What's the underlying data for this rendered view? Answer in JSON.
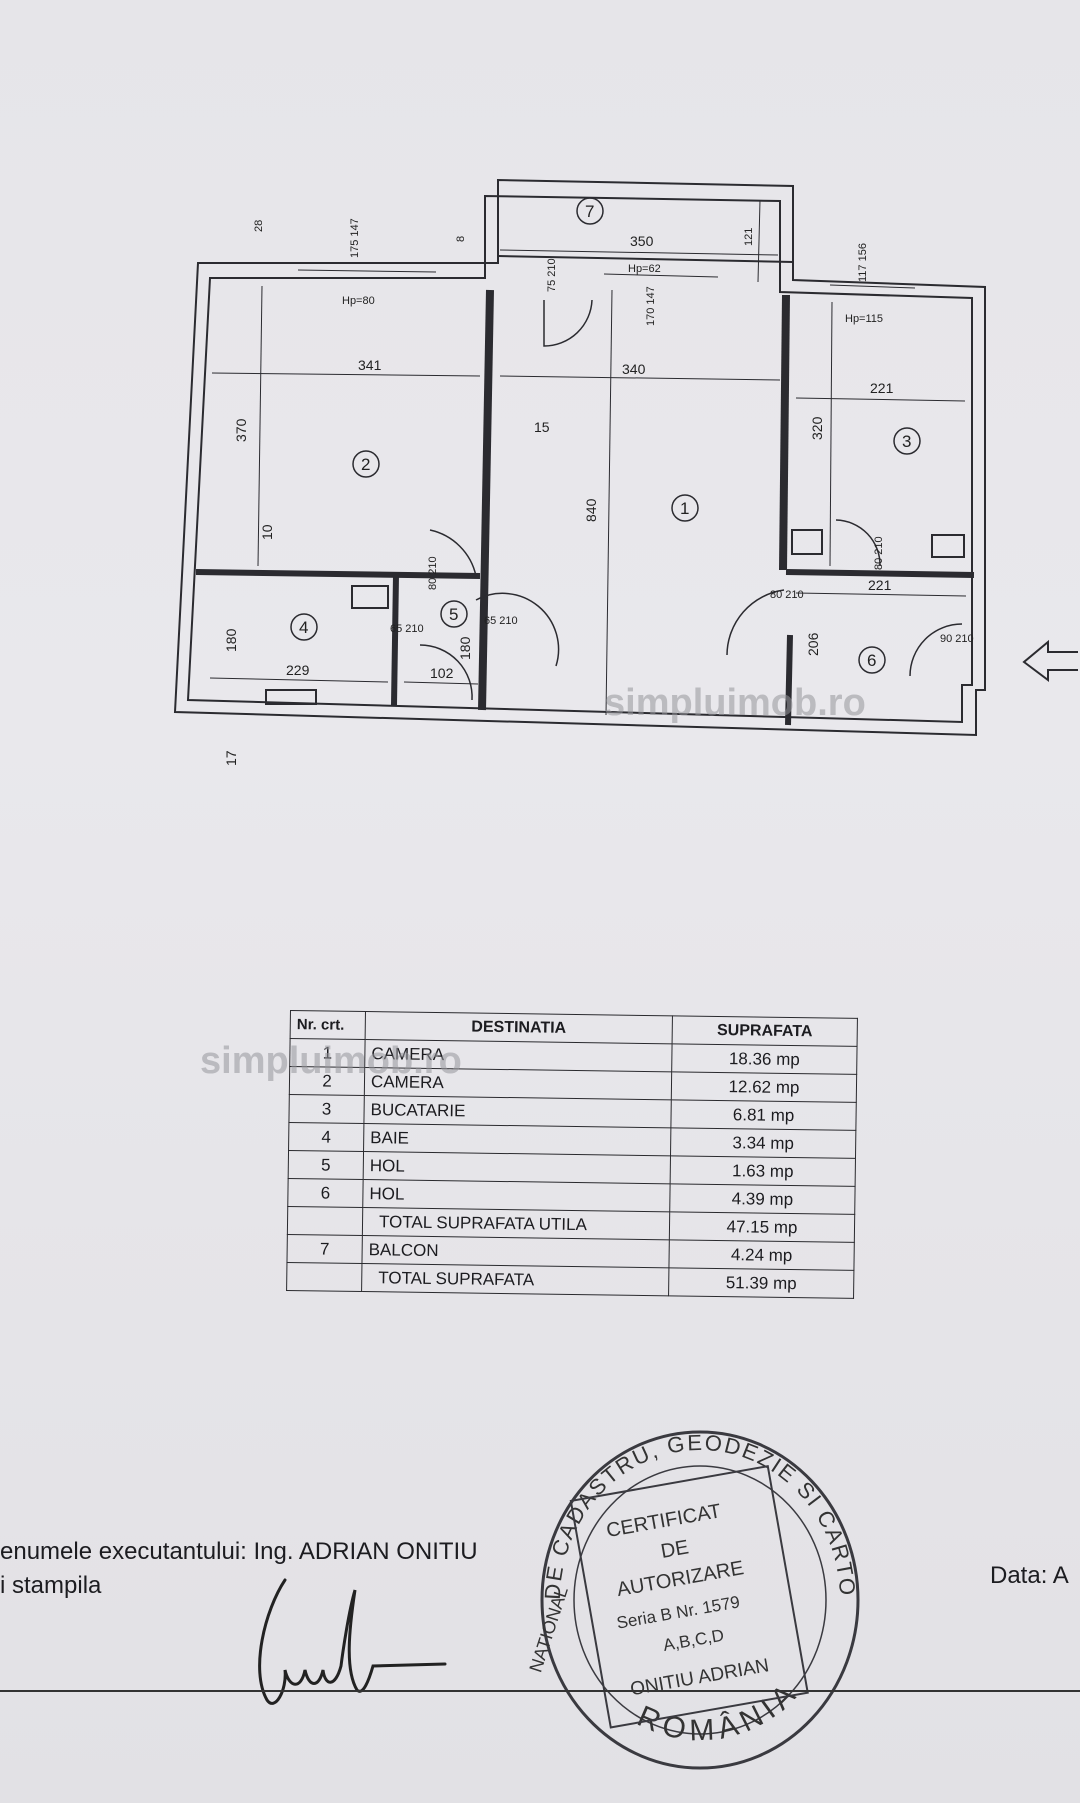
{
  "plan": {
    "dims": {
      "d_28": "28",
      "d_175_147": "175\n147",
      "d_8": "8",
      "d_350": "350",
      "d_121": "121",
      "d_75_210": "75\n210",
      "hp62": "Hp=62",
      "d_170_147": "170\n147",
      "d_117_156": "117\n156",
      "hp80": "Hp=80",
      "hp115": "Hp=115",
      "d_341": "341",
      "d_340": "340",
      "d_221a": "221",
      "d_370": "370",
      "d_15": "15",
      "d_320": "320",
      "d_840": "840",
      "d_10": "10",
      "d_80_210a": "80\n210",
      "d_80_210b": "80\n210",
      "d_80_210c": "80\n210",
      "d_221b": "221",
      "d_65_210a": "65\n210",
      "d_65_210b": "65\n210",
      "d_180a": "180",
      "d_180b": "180",
      "d_206": "206",
      "d_90_210": "90\n210",
      "d_229": "229",
      "d_102": "102",
      "d_17": "17"
    },
    "rooms": [
      "1",
      "2",
      "3",
      "4",
      "5",
      "6",
      "7"
    ]
  },
  "watermark": "simpluimob.ro",
  "table": {
    "headers": {
      "nr": "Nr. crt.",
      "dest": "DESTINATIA",
      "sup": "SUPRAFATA"
    },
    "rows": [
      {
        "nr": "1",
        "dest": "CAMERA",
        "sup": "18.36 mp"
      },
      {
        "nr": "2",
        "dest": "CAMERA",
        "sup": "12.62 mp"
      },
      {
        "nr": "3",
        "dest": "BUCATARIE",
        "sup": "6.81 mp"
      },
      {
        "nr": "4",
        "dest": "BAIE",
        "sup": "3.34 mp"
      },
      {
        "nr": "5",
        "dest": "HOL",
        "sup": "1.63 mp"
      },
      {
        "nr": "6",
        "dest": "HOL",
        "sup": "4.39 mp"
      },
      {
        "nr": "",
        "dest": "TOTAL SUPRAFATA UTILA",
        "sup": "47.15 mp"
      },
      {
        "nr": "7",
        "dest": "BALCON",
        "sup": "4.24 mp"
      },
      {
        "nr": "",
        "dest": "TOTAL SUPRAFATA",
        "sup": "51.39 mp"
      }
    ]
  },
  "footer": {
    "line1": "enumele executantului: Ing. ADRIAN ONITIU",
    "line2": "i stampila",
    "data_label": "Data: A"
  },
  "stamp": {
    "ring_top": "DE CADASTRU, GEODEZIE SI CARTOGRAFIE",
    "ring_left": "NATIONAL",
    "ring_bottom": "ROMÂNIA",
    "line1": "CERTIFICAT",
    "line2": "DE",
    "line3": "AUTORIZARE",
    "line4": "Seria B Nr. 1579",
    "line5": "A,B,C,D",
    "line6": "ONITIU ADRIAN"
  }
}
